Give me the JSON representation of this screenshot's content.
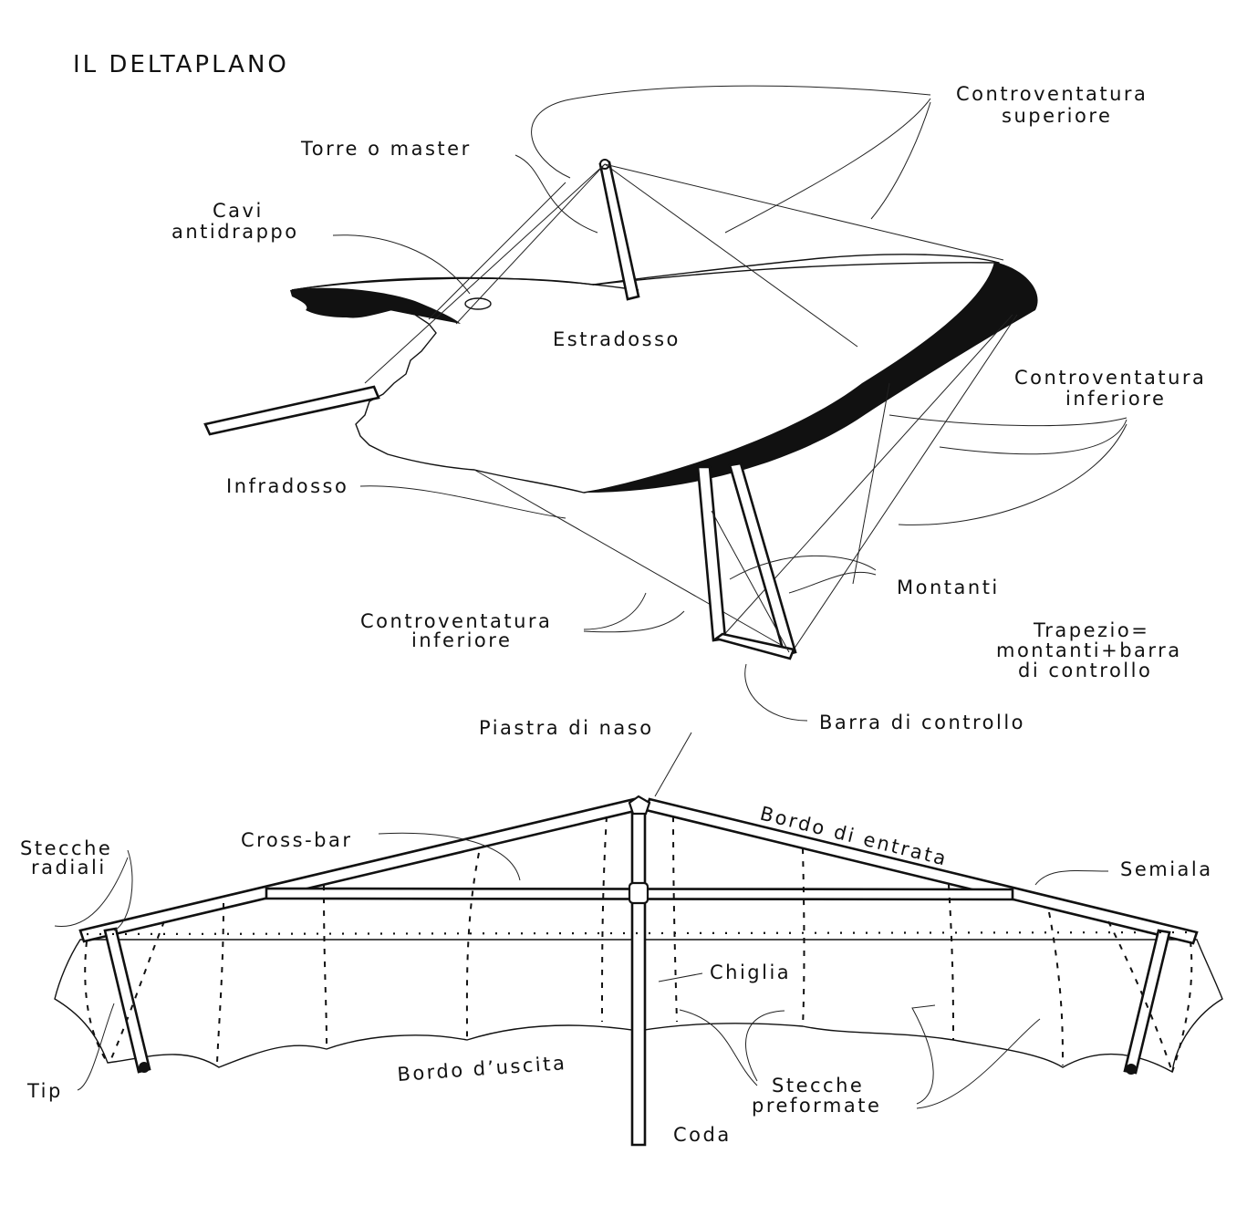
{
  "title": "IL DELTAPLANO",
  "top_view": {
    "labels": {
      "controventatura_superiore_1": "Controventatura",
      "controventatura_superiore_2": "superiore",
      "torre": "Torre o master",
      "cavi_1": "Cavi",
      "cavi_2": "antidrappo",
      "estradosso": "Estradosso",
      "controventatura_inferiore_right_1": "Controventatura",
      "controventatura_inferiore_right_2": "inferiore",
      "infradosso": "Infradosso",
      "montanti": "Montanti",
      "controventatura_inferiore_left_1": "Controventatura",
      "controventatura_inferiore_left_2": "inferiore",
      "trapezio_1": "Trapezio=",
      "trapezio_2": "montanti+barra",
      "trapezio_3": "di controllo",
      "barra": "Barra di controllo"
    }
  },
  "bottom_view": {
    "labels": {
      "piastra": "Piastra di naso",
      "stecche_radiali_1": "Stecche",
      "stecche_radiali_2": "radiali",
      "cross_bar": "Cross-bar",
      "bordo_entrata": "Bordo di entrata",
      "semiala": "Semiala",
      "chiglia": "Chiglia",
      "tip": "Tip",
      "bordo_uscita": "Bordo d’uscita",
      "stecche_preformate_1": "Stecche",
      "stecche_preformate_2": "preformate",
      "coda": "Coda"
    }
  },
  "colors": {
    "ink": "#111111",
    "paper": "#ffffff"
  }
}
